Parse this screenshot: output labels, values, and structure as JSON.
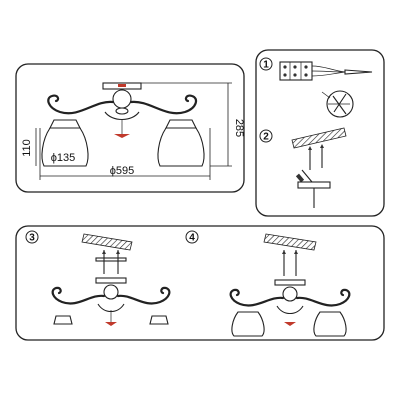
{
  "panels": {
    "main": {
      "dimensions": {
        "height_total": "285",
        "height_shade": "110",
        "diameter_shade": "ϕ135",
        "diameter_total": "ϕ595"
      }
    },
    "step1": {
      "number": "1"
    },
    "step2": {
      "number": "2"
    },
    "step3": {
      "number": "3"
    },
    "step4": {
      "number": "4"
    }
  },
  "colors": {
    "line": "#222222",
    "accent": "#c0392b",
    "background": "#ffffff"
  }
}
